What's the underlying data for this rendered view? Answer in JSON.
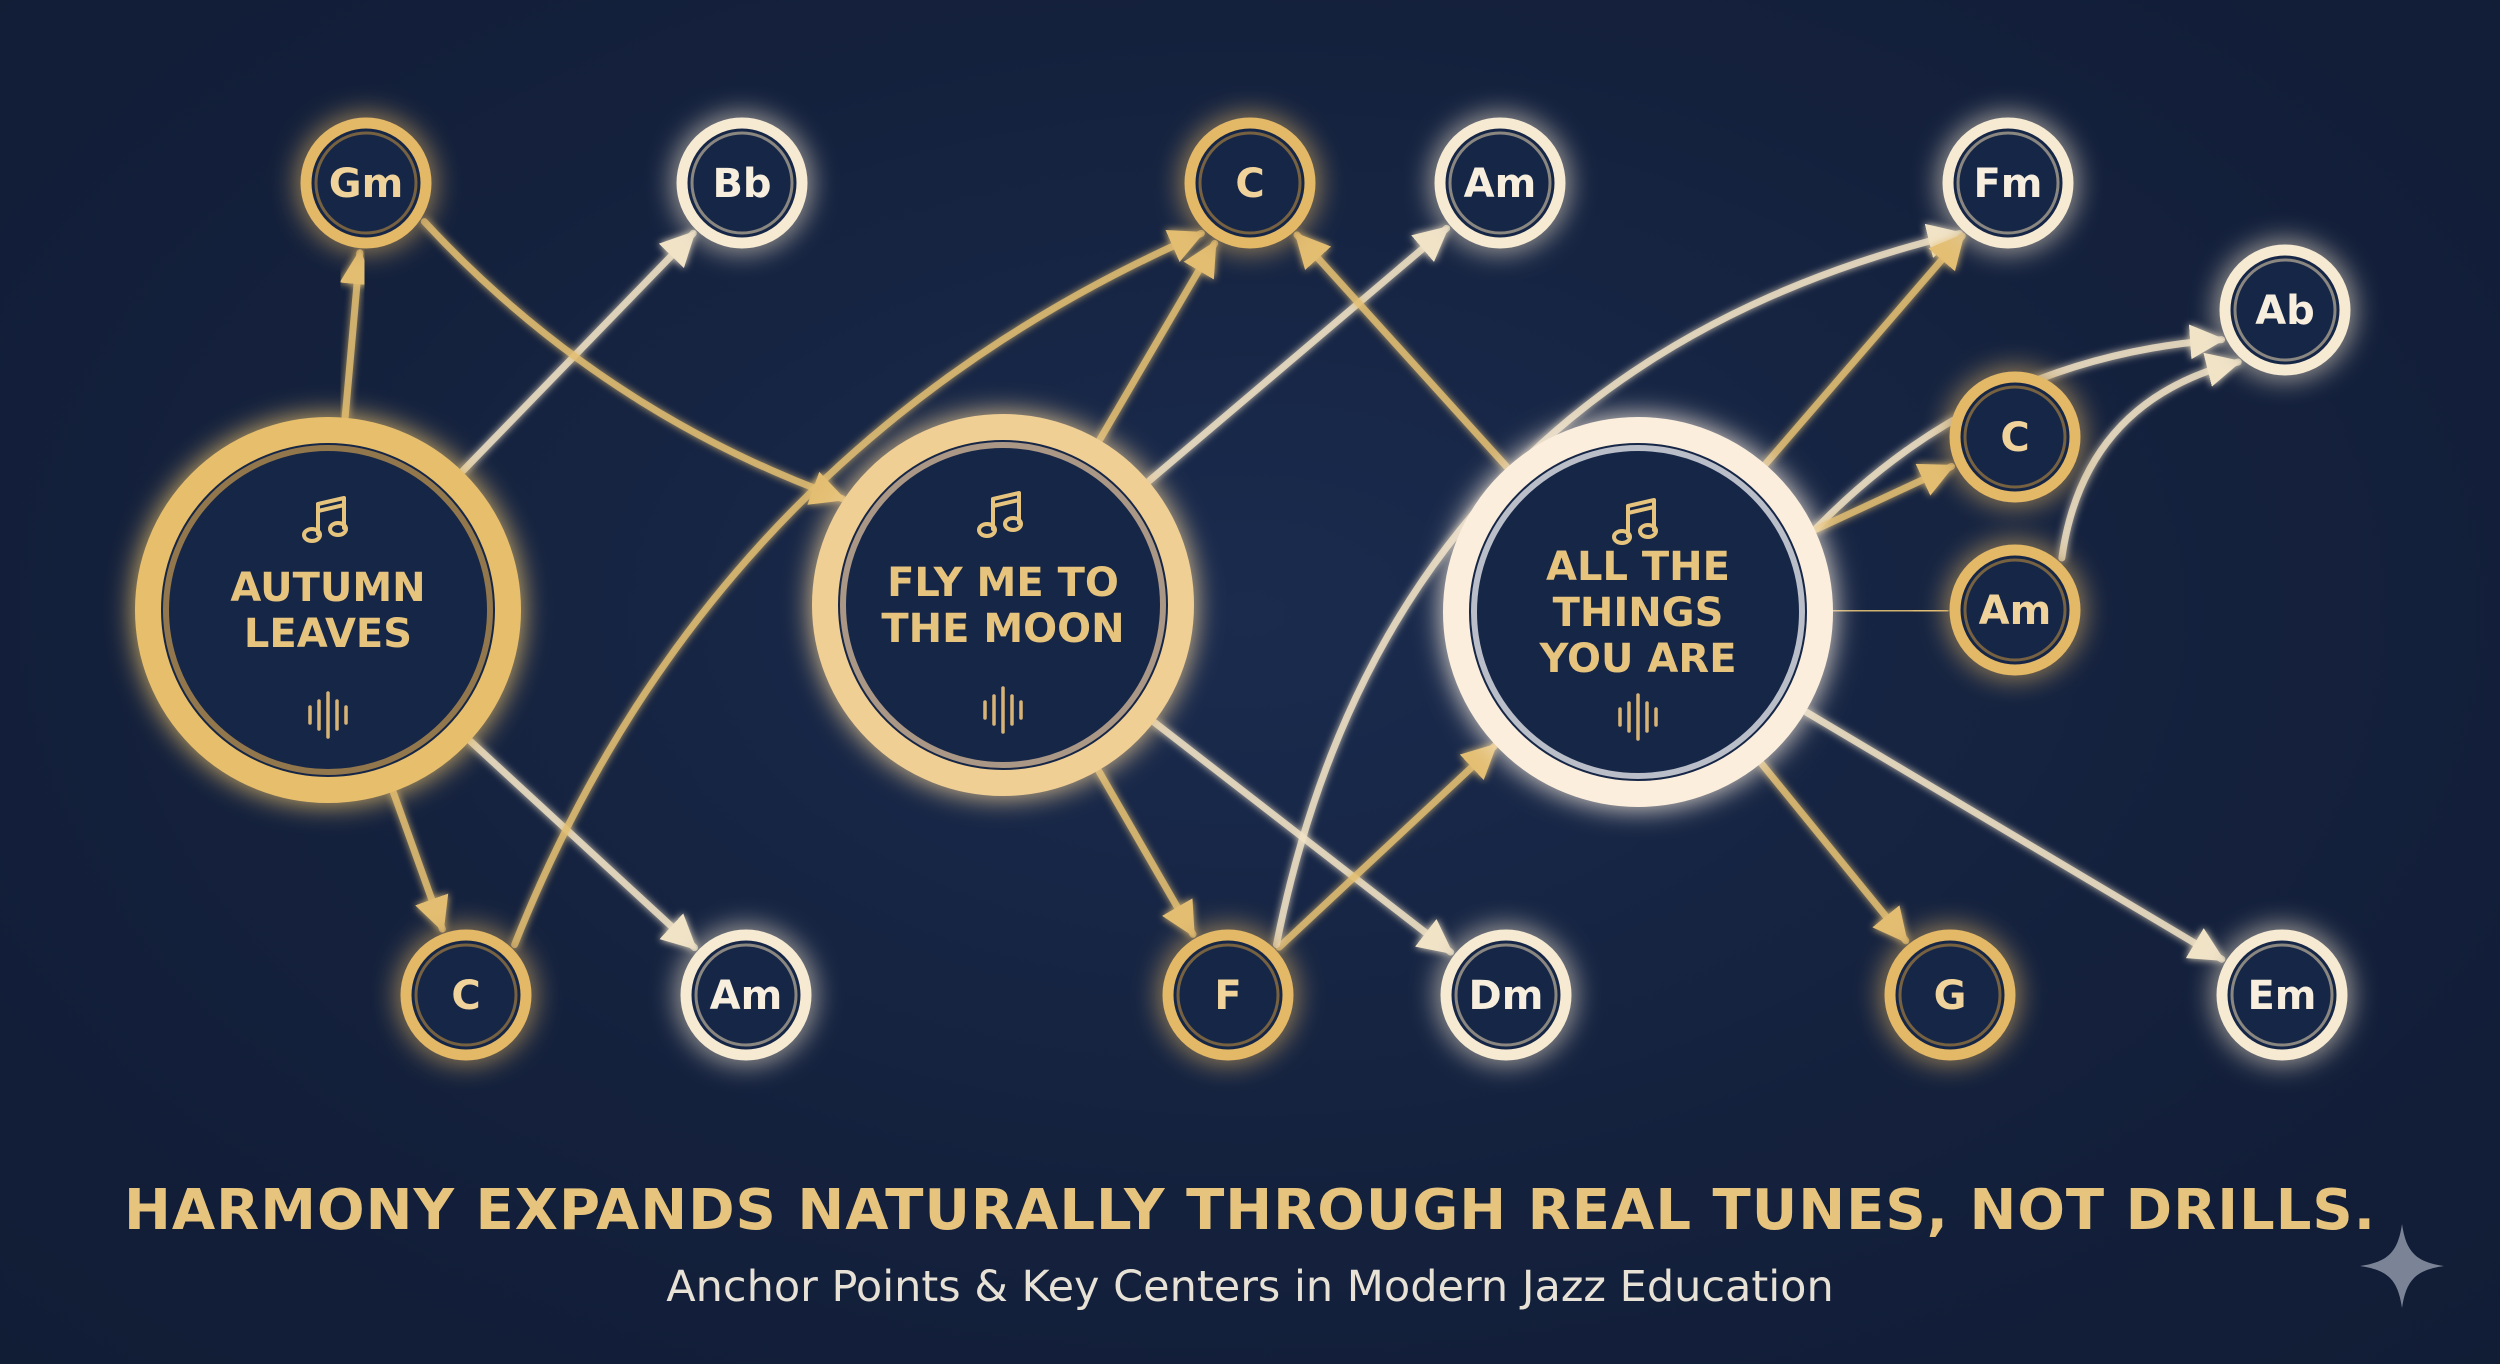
{
  "colors": {
    "background": "#14213d",
    "gold": "#e3be72",
    "cream": "#f1e3c6",
    "gold_text": "#e6c47e"
  },
  "icons": {
    "hub_top": "music-note-icon",
    "hub_bottom": "sound-wave-icon",
    "corner": "sparkle-icon"
  },
  "hubs": [
    {
      "id": "autumn",
      "lines": [
        "AUTUMN",
        "LEAVES"
      ],
      "tone": "gold"
    },
    {
      "id": "flyme",
      "lines": [
        "FLY ME TO",
        "THE MOON"
      ],
      "tone": "mixed"
    },
    {
      "id": "allthings",
      "lines": [
        "ALL THE",
        "THINGS",
        "YOU ARE"
      ],
      "tone": "cream"
    }
  ],
  "chords": [
    {
      "id": "gm",
      "label": "Gm",
      "tone": "gold"
    },
    {
      "id": "bb",
      "label": "Bb",
      "tone": "cream"
    },
    {
      "id": "c1",
      "label": "C",
      "tone": "gold"
    },
    {
      "id": "am1",
      "label": "Am",
      "tone": "cream"
    },
    {
      "id": "c2",
      "label": "C",
      "tone": "gold"
    },
    {
      "id": "am2",
      "label": "Am",
      "tone": "cream"
    },
    {
      "id": "f",
      "label": "F",
      "tone": "gold"
    },
    {
      "id": "dm",
      "label": "Dm",
      "tone": "cream"
    },
    {
      "id": "fm",
      "label": "Fm",
      "tone": "cream"
    },
    {
      "id": "ab",
      "label": "Ab",
      "tone": "cream"
    },
    {
      "id": "c3",
      "label": "C",
      "tone": "gold"
    },
    {
      "id": "am3",
      "label": "Am",
      "tone": "gold"
    },
    {
      "id": "g",
      "label": "G",
      "tone": "gold"
    },
    {
      "id": "em",
      "label": "Em",
      "tone": "cream"
    }
  ],
  "edges": [
    {
      "from": "autumn",
      "to": "gm",
      "tone": "gold"
    },
    {
      "from": "autumn",
      "to": "bb",
      "tone": "cream"
    },
    {
      "from": "autumn",
      "to": "c2",
      "tone": "gold"
    },
    {
      "from": "autumn",
      "to": "am2",
      "tone": "cream"
    },
    {
      "from": "gm",
      "to": "flyme",
      "tone": "gold"
    },
    {
      "from": "c2",
      "to": "c1",
      "tone": "gold"
    },
    {
      "from": "flyme",
      "to": "c1",
      "tone": "gold"
    },
    {
      "from": "flyme",
      "to": "am1",
      "tone": "cream"
    },
    {
      "from": "flyme",
      "to": "f",
      "tone": "gold"
    },
    {
      "from": "flyme",
      "to": "dm",
      "tone": "cream"
    },
    {
      "from": "f",
      "to": "allthings",
      "tone": "gold"
    },
    {
      "from": "f",
      "to": "fm",
      "tone": "cream"
    },
    {
      "from": "allthings",
      "to": "c1",
      "tone": "gold"
    },
    {
      "from": "allthings",
      "to": "fm",
      "tone": "gold"
    },
    {
      "from": "allthings",
      "to": "ab",
      "tone": "cream"
    },
    {
      "from": "allthings",
      "to": "c3",
      "tone": "gold"
    },
    {
      "from": "allthings",
      "to": "am3",
      "tone": "gold"
    },
    {
      "from": "allthings",
      "to": "g",
      "tone": "gold"
    },
    {
      "from": "allthings",
      "to": "em",
      "tone": "cream"
    },
    {
      "from": "am3",
      "to": "ab",
      "tone": "cream"
    }
  ],
  "headline": "HARMONY EXPANDS NATURALLY THROUGH REAL TUNES, NOT DRILLS.",
  "subtitle": "Anchor Points & Key Centers in Modern Jazz Education"
}
